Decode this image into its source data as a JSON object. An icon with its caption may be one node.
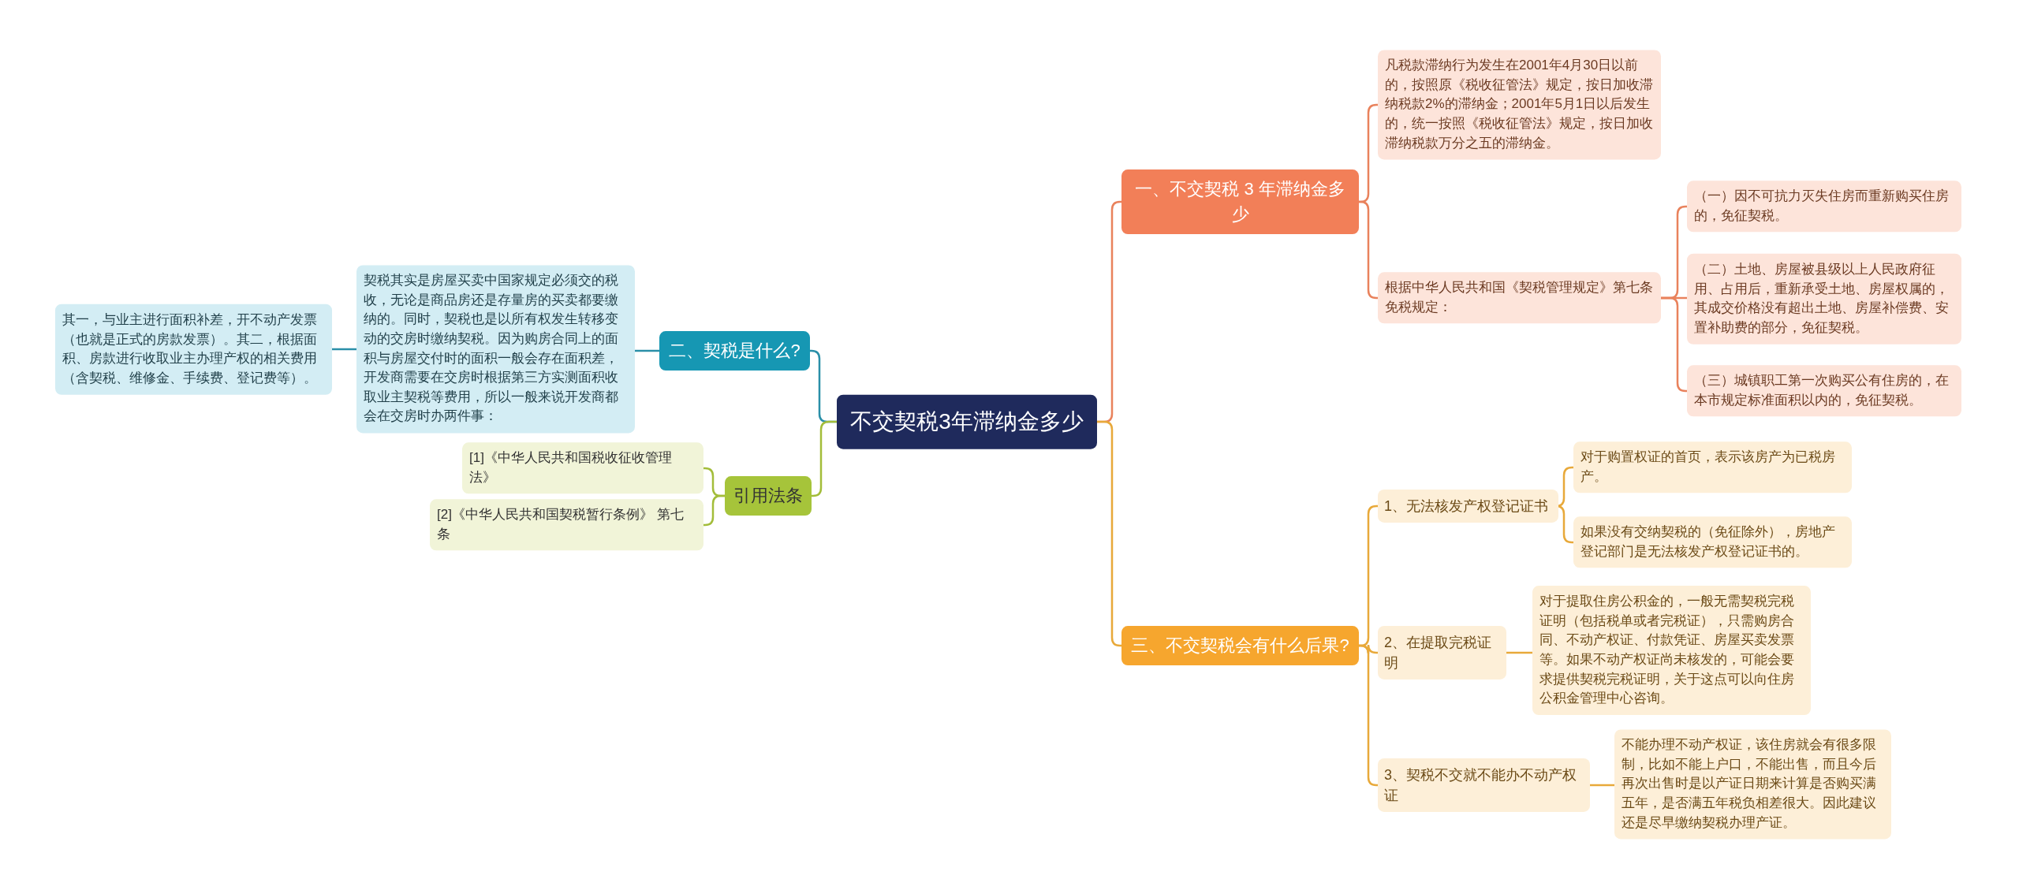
{
  "diagram": {
    "nodes": [
      {
        "text": [
          "不交契税3年滞纳金多少"
        ]
      },
      {
        "text": [
          "一、不交契税 3 年滞纳金多少"
        ]
      },
      {
        "text": [
          "凡税款滞纳行为发生在2001年4月30日以前的，按照原《税收征管法》规定，按日加收滞纳税款2%的滞纳金；2001年5月1日以后发生的，统一按照《税收征管法》规定，按日加收滞纳税款万分之五的滞纳金。"
        ]
      },
      {
        "text": [
          "根据中华人民共和国《契税管理规定》第七条免税规定："
        ]
      },
      {
        "text": [
          "（一）因不可抗力灭失住房而重新购买住房的，免征契税。"
        ]
      },
      {
        "text": [
          "（二）土地、房屋被县级以上人民政府征用、占用后，重新承受土地、房屋权属的，其成交价格没有超出土地、房屋补偿费、安置补助费的部分，免征契税。"
        ]
      },
      {
        "text": [
          "（三）城镇职工第一次购买公有住房的，在本市规定标准面积以内的，免征契税。"
        ]
      },
      {
        "text": [
          "三、不交契税会有什么后果?"
        ]
      },
      {
        "text": [
          "1、无法核发产权登记证书"
        ]
      },
      {
        "text": [
          "对于购置权证的首页，表示该房产为已税房产。"
        ]
      },
      {
        "text": [
          "如果没有交纳契税的（免征除外），房地产登记部门是无法核发产权登记证书的。"
        ]
      },
      {
        "text": [
          "2、在提取完税证明"
        ]
      },
      {
        "text": [
          "对于提取住房公积金的，一般无需契税完税证明（包括税单或者完税证），只需购房合同、不动产权证、付款凭证、房屋买卖发票等。如果不动产权证尚未核发的，可能会要求提供契税完税证明，关于这点可以向住房公积金管理中心咨询。"
        ]
      },
      {
        "text": [
          "3、契税不交就不能办不动产权证"
        ]
      },
      {
        "text": [
          "不能办理不动产权证，该住房就会有很多限制，比如不能上户口，不能出售，而且今后再次出售时是以产证日期来计算是否购买满五年，是否满五年税负相差很大。因此建议还是尽早缴纳契税办理产证。"
        ]
      },
      {
        "text": [
          "二、契税是什么?"
        ]
      },
      {
        "text": [
          "契税其实是房屋买卖中国家规定必须交的税收，无论是商品房还是存量房的买卖都要缴纳的。同时，契税也是以所有权发生转移变动的交房时缴纳契税。因为购房合同上的面积与房屋交付时的面积一般会存在面积差，开发商需要在交房时根据第三方实测面积收取业主契税等费用，所以一般来说开发商都会在交房时办两件事："
        ]
      },
      {
        "text": [
          "其一，与业主进行面积补差，开不动产发票（也就是正式的房款发票）。其二，根据面积、房款进行收取业主办理产权的相关费用（含契税、维修金、手续费、登记费等）。"
        ]
      },
      {
        "text": [
          "引用法条"
        ]
      },
      {
        "text": [
          "[1]《中华人民共和国税收征收管理法》"
        ]
      },
      {
        "text": [
          "[2]《中华人民共和国契税暂行条例》 第七条"
        ]
      }
    ],
    "edges": [
      {
        "from": 0,
        "to": 1,
        "arrow": "none",
        "color": "#e9825c"
      },
      {
        "from": 1,
        "to": 2,
        "arrow": "none",
        "color": "#e9825c"
      },
      {
        "from": 1,
        "to": 3,
        "arrow": "none",
        "color": "#e9825c"
      },
      {
        "from": 3,
        "to": 4,
        "arrow": "none",
        "color": "#e9825c"
      },
      {
        "from": 3,
        "to": 5,
        "arrow": "none",
        "color": "#e9825c"
      },
      {
        "from": 3,
        "to": 6,
        "arrow": "none",
        "color": "#e9825c"
      },
      {
        "from": 0,
        "to": 7,
        "arrow": "none"
      },
      {
        "from": 7,
        "to": 8,
        "arrow": "none"
      },
      {
        "from": 8,
        "to": 9,
        "arrow": "none"
      },
      {
        "from": 8,
        "to": 10,
        "arrow": "none"
      },
      {
        "from": 7,
        "to": 11,
        "arrow": "none"
      },
      {
        "from": 11,
        "to": 12,
        "arrow": "none"
      },
      {
        "from": 7,
        "to": 13,
        "arrow": "none"
      },
      {
        "from": 13,
        "to": 14,
        "arrow": "none"
      },
      {
        "from": 0,
        "to": 15,
        "arrow": "none",
        "color": "#2a8fa8"
      },
      {
        "from": 15,
        "to": 16,
        "arrow": "none",
        "color": "#2a8fa8"
      },
      {
        "from": 16,
        "to": 17,
        "arrow": "none",
        "color": "#2a8fa8"
      },
      {
        "from": 0,
        "to": 18,
        "arrow": "none",
        "color": "#a3bd3a"
      },
      {
        "from": 18,
        "to": 19,
        "arrow": "none",
        "color": "#a3bd3a"
      },
      {
        "from": 18,
        "to": 20,
        "arrow": "none",
        "color": "#a3bd3a"
      }
    ]
  }
}
